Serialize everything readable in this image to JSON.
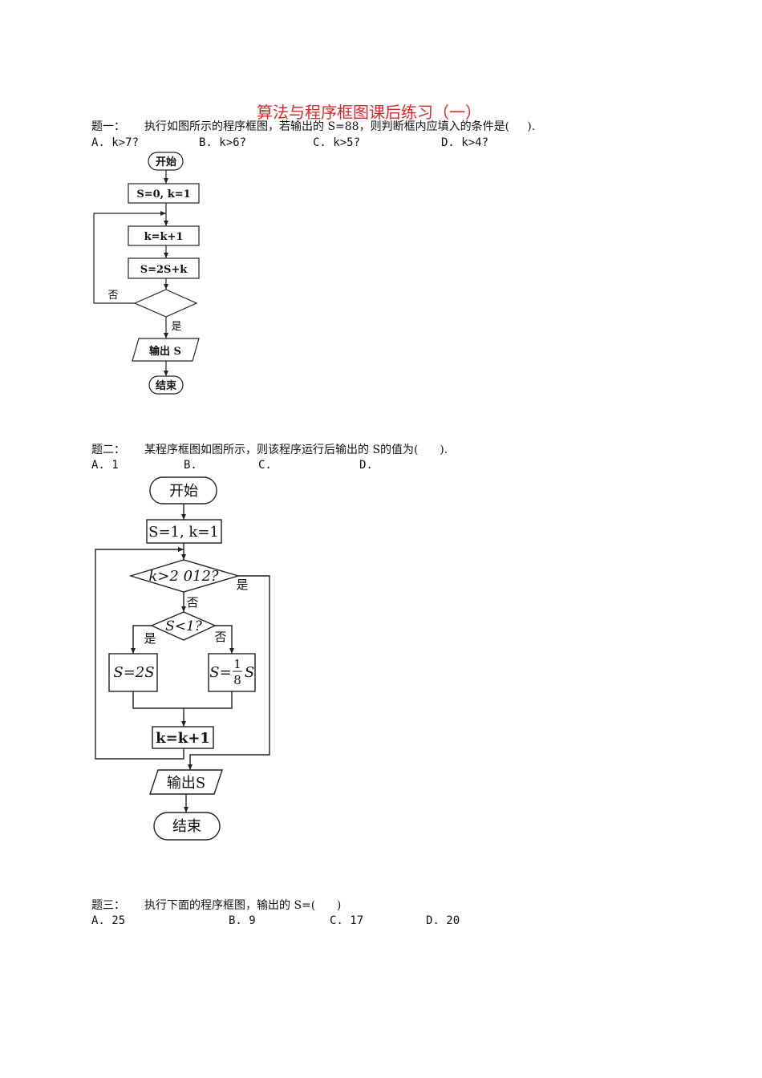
{
  "title": "算法与程序框图课后练习（一）",
  "q1": {
    "label": "题一：",
    "text": "执行如图所示的程序框图，若输出的 S=88，则判断框内应填入的条件是(     ).",
    "options": [
      "A. k>7?",
      "B. k>6?",
      "C. k>5?",
      "D. k>4?"
    ],
    "flow": {
      "start": "开始",
      "init": "S=0, k=1",
      "step1": "k=k+1",
      "step2": "S=2S+k",
      "no": "否",
      "yes": "是",
      "output": "输出 S",
      "end": "结束"
    }
  },
  "q2": {
    "label": "题二：",
    "text": "某程序框图如图所示，则该程序运行后输出的 S的值为(      ).",
    "options": [
      "A. 1",
      "B.",
      "C.",
      "D."
    ],
    "flow": {
      "start": "开始",
      "init": "S=1, k=1",
      "cond1": "k>2 012?",
      "yes1": "是",
      "no1": "否",
      "cond2": "S<1?",
      "yes2": "是",
      "no2": "否",
      "left": "S=2S",
      "right_prefix": "S=",
      "right_num": "1",
      "right_den": "8",
      "right_suffix": "S",
      "step": "k=k+1",
      "output": "输出S",
      "end": "结束"
    }
  },
  "q3": {
    "label": "题三：",
    "text": "执行下面的程序框图，输出的 S=(      )",
    "options": [
      "A. 25",
      "B. 9",
      "C. 17",
      "D. 20"
    ]
  }
}
